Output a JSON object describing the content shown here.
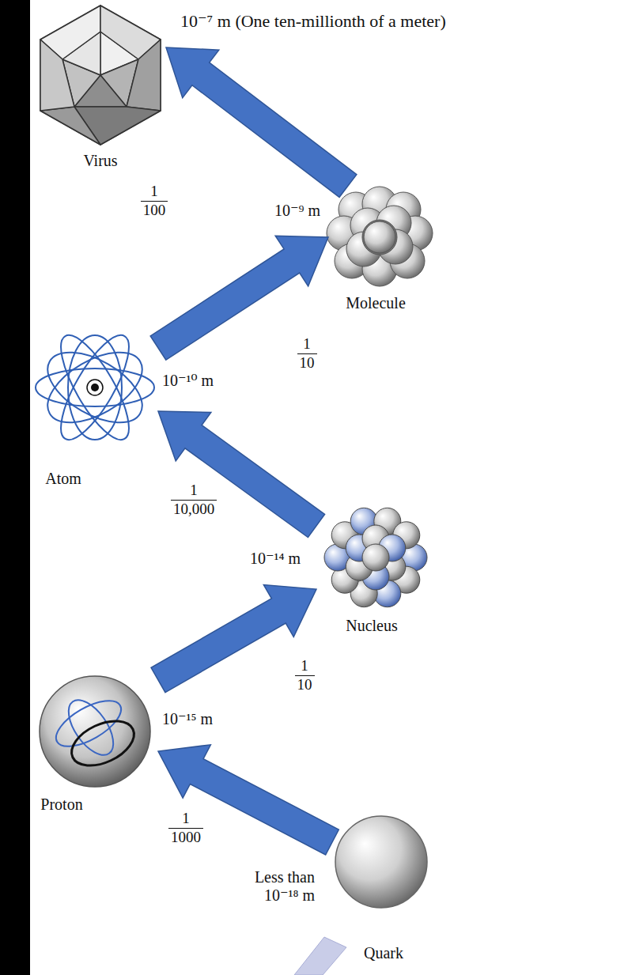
{
  "diagram": {
    "nodes": [
      {
        "text": [
          "Virus",
          "10⁻⁷ m (One ten-millionth of a meter)"
        ]
      },
      {
        "text": [
          "Molecule",
          "10⁻⁹ m"
        ]
      },
      {
        "text": [
          "Atom",
          "10⁻¹⁰ m"
        ]
      },
      {
        "text": [
          "Nucleus",
          "10⁻¹⁴ m"
        ]
      },
      {
        "text": [
          "Proton",
          "10⁻¹⁵ m"
        ]
      },
      {
        "text": [
          "Quark",
          "Less than 10⁻¹⁸ m"
        ]
      }
    ],
    "edges": [
      {
        "from": 1,
        "to": 0,
        "arrow": "to"
      },
      {
        "from": 2,
        "to": 1,
        "arrow": "to"
      },
      {
        "from": 3,
        "to": 2,
        "arrow": "to"
      },
      {
        "from": 4,
        "to": 3,
        "arrow": "to"
      },
      {
        "from": 5,
        "to": 4,
        "arrow": "to"
      }
    ],
    "labels": [
      "1",
      "100",
      "1",
      "10",
      "1",
      "10,000",
      "1",
      "10",
      "1",
      "1000"
    ]
  }
}
